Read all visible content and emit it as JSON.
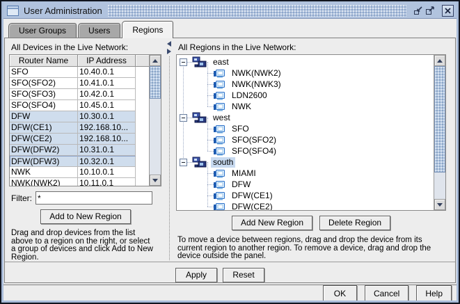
{
  "window": {
    "title": "User Administration"
  },
  "tabs": [
    {
      "label": "User Groups",
      "active": false
    },
    {
      "label": "Users",
      "active": false
    },
    {
      "label": "Regions",
      "active": true
    }
  ],
  "devices_panel": {
    "label": "All Devices in the Live Network:",
    "table": {
      "columns": [
        "Router Name",
        "IP Address"
      ],
      "rows": [
        {
          "name": "SFO",
          "ip": "10.40.0.1",
          "selected": false
        },
        {
          "name": "SFO(SFO2)",
          "ip": "10.41.0.1",
          "selected": false
        },
        {
          "name": "SFO(SFO3)",
          "ip": "10.42.0.1",
          "selected": false
        },
        {
          "name": "SFO(SFO4)",
          "ip": "10.45.0.1",
          "selected": false
        },
        {
          "name": "DFW",
          "ip": "10.30.0.1",
          "selected": true
        },
        {
          "name": "DFW(CE1)",
          "ip": "192.168.10...",
          "selected": true
        },
        {
          "name": "DFW(CE2)",
          "ip": "192.168.10...",
          "selected": true
        },
        {
          "name": "DFW(DFW2)",
          "ip": "10.31.0.1",
          "selected": true
        },
        {
          "name": "DFW(DFW3)",
          "ip": "10.32.0.1",
          "selected": true,
          "focused": true
        },
        {
          "name": "NWK",
          "ip": "10.10.0.1",
          "selected": false
        },
        {
          "name": "NWK(NWK2)",
          "ip": "10.11.0.1",
          "selected": false
        }
      ]
    },
    "filter_label": "Filter:",
    "filter_value": "*",
    "add_button_label": "Add to New Region",
    "hint": "Drag and drop devices from the list above to a region on the right, or select a group of devices and click Add to New Region."
  },
  "regions_panel": {
    "label": "All Regions in the Live Network:",
    "tree": [
      {
        "label": "east",
        "selected": false,
        "children": [
          "NWK(NWK2)",
          "NWK(NWK3)",
          "LDN2600",
          "NWK"
        ]
      },
      {
        "label": "west",
        "selected": false,
        "children": [
          "SFO",
          "SFO(SFO2)",
          "SFO(SFO4)"
        ]
      },
      {
        "label": "south",
        "selected": true,
        "children": [
          "MIAMI",
          "DFW",
          "DFW(CE1)",
          "DFW(CE2)"
        ]
      }
    ],
    "add_button_label": "Add New Region",
    "delete_button_label": "Delete Region",
    "hint": "To move a device between regions, drag and drop the device from its current region to another region. To remove a device, drag and drop the device outside the panel."
  },
  "actions": {
    "apply_label": "Apply",
    "reset_label": "Reset"
  },
  "footer": {
    "ok_label": "OK",
    "cancel_label": "Cancel",
    "help_label": "Help"
  },
  "colors": {
    "titlebar": "#b1c3de",
    "selection": "#cfdded",
    "tree_selection": "#c8daf0",
    "tab_inactive": "#a8a8a8"
  }
}
